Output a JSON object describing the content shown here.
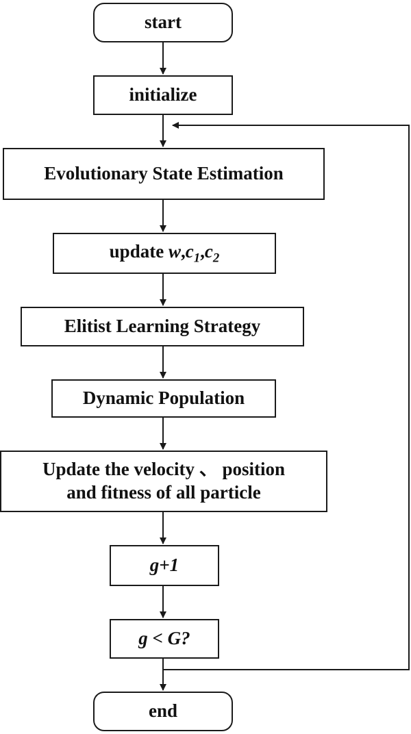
{
  "flowchart": {
    "start": "start",
    "initialize": "initialize",
    "ese": "Evolutionary State Estimation",
    "update_params": {
      "prefix": "update ",
      "w": "w",
      "c1": "c",
      "c1_sub": "1",
      "c2": "c",
      "c2_sub": "2"
    },
    "els": "Elitist Learning Strategy",
    "dynamic": "Dynamic Population",
    "update_particle": {
      "line1": "Update the velocity 、 position",
      "line2": "and fitness of all particle"
    },
    "increment": "g+1",
    "condition": "g < G?",
    "end": "end"
  }
}
